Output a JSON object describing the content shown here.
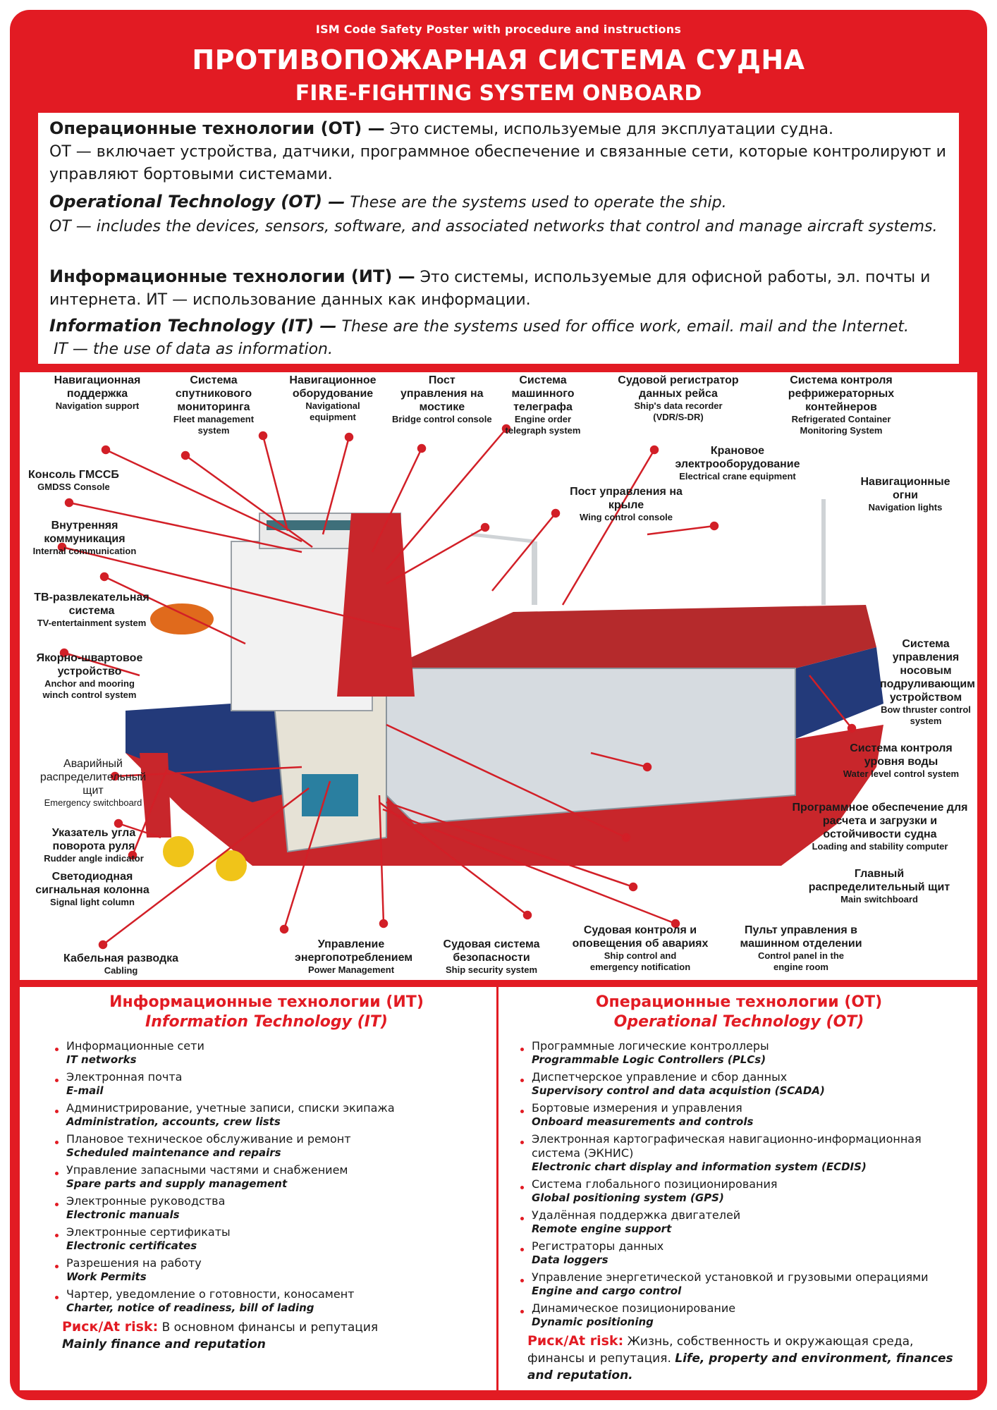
{
  "header": {
    "tag": "ISM Code Safety Poster with procedure and instructions",
    "title_ru": "ПРОТИВОПОЖАРНАЯ СИСТЕМА СУДНА",
    "title_en": "FIRE-FIGHTING SYSTEM ONBOARD"
  },
  "intro": {
    "ot_ru_head": "Операционные технологии (ОТ) —",
    "ot_ru_1": "Это системы, используемые для эксплуатации судна.",
    "ot_ru_2": "ОТ — включает устройства, датчики, программное обеспечение и связанные сети, которые контролируют и управляют бортовыми системами.",
    "ot_en_head": "Operational Technology (OT) —",
    "ot_en_1": "These are the systems used to operate the ship.",
    "ot_en_2": "OT — includes the devices, sensors, software, and associated networks that control and manage aircraft systems.",
    "it_ru_head": "Информационные технологии (ИТ) —",
    "it_ru_1": "Это системы, используемые для офисной работы, эл. почты и интернета. ИТ — использование данных как информации.",
    "it_en_head": "Information Technology (IT) —",
    "it_en_1": "These are the systems used for office work, email. mail and the Internet.",
    "it_en_2": "IT — the use of data as information."
  },
  "labels": {
    "nav_support": {
      "ru": "Навигационная поддержка",
      "en": "Navigation support"
    },
    "fleet": {
      "ru": "Система спутникового мониторинга",
      "en": "Fleet management system"
    },
    "nav_equip": {
      "ru": "Навигационное оборудование",
      "en": "Navigational equipment"
    },
    "bridge": {
      "ru": "Пост управления на мостике",
      "en": "Bridge control console"
    },
    "telegraph": {
      "ru": "Система машинного телеграфа",
      "en": "Engine order telegraph system"
    },
    "vdr": {
      "ru": "Судовой регистратор данных рейса",
      "en": "Ship's data recorder (VDR/S-DR)"
    },
    "reefer": {
      "ru": "Система контроля рефрижераторных контейнеров",
      "en": "Refrigerated Container Monitoring System"
    },
    "gmdss": {
      "ru": "Консоль ГМССБ",
      "en": "GMDSS Console"
    },
    "crane": {
      "ru": "Крановое электрооборудование",
      "en": "Electrical crane equipment"
    },
    "nav_lights": {
      "ru": "Навигационные огни",
      "en": "Navigation lights"
    },
    "wing": {
      "ru": "Пост управления на крыле",
      "en": "Wing control console"
    },
    "internal": {
      "ru": "Внутренняя коммуникация",
      "en": "Internal communication"
    },
    "tv": {
      "ru": "ТВ-развлекательная система",
      "en": "TV-entertainment system"
    },
    "anchor": {
      "ru": "Якорно-швартовое устройство",
      "en": "Anchor and mooring winch control system"
    },
    "bow": {
      "ru": "Система управления носовым подруливающим устройством",
      "en": "Bow thruster control system"
    },
    "water": {
      "ru": "Система контроля уровня воды",
      "en": "Water level control system"
    },
    "emergency_sw": {
      "ru": "Аварийный распределительный щит",
      "en": "Emergency switchboard"
    },
    "loading": {
      "ru": "Программное обеспечение для расчета и загрузки и остойчивости судна",
      "en": "Loading and stability computer"
    },
    "rudder": {
      "ru": "Указатель угла поворота руля",
      "en": "Rudder angle indicator"
    },
    "signal": {
      "ru": "Светодиодная сигнальная колонна",
      "en": "Signal light column"
    },
    "main_sw": {
      "ru": "Главный распределительный щит",
      "en": "Main switchboard"
    },
    "cabling": {
      "ru": "Кабельная разводка",
      "en": "Cabling"
    },
    "power": {
      "ru": "Управление энергопотреблением",
      "en": "Power Management"
    },
    "security": {
      "ru": "Судовая система безопасности",
      "en": "Ship security system"
    },
    "ship_control": {
      "ru": "Судовая контроля и оповещения об авариях",
      "en": "Ship control and emergency notification"
    },
    "engine_room": {
      "ru": "Пульт управления в машинном отделении",
      "en": "Control panel in the engine room"
    }
  },
  "it_section": {
    "title_ru": "Информационные технологии (ИТ)",
    "title_en": "Information Technology (IT)",
    "items": [
      {
        "ru": "Информационные сети",
        "en": "IT networks"
      },
      {
        "ru": "Электронная почта",
        "en": "E-mail"
      },
      {
        "ru": "Администрирование, учетные записи, списки экипажа",
        "en": "Administration, accounts, crew lists"
      },
      {
        "ru": "Плановое техническое обслуживание и ремонт",
        "en": "Scheduled maintenance and repairs"
      },
      {
        "ru": "Управление запасными частями и снабжением",
        "en": "Spare parts and supply management"
      },
      {
        "ru": "Электронные руководства",
        "en": "Electronic manuals"
      },
      {
        "ru": "Электронные сертификаты",
        "en": "Electronic certificates"
      },
      {
        "ru": "Разрешения на работу",
        "en": "Work Permits"
      },
      {
        "ru": "Чартер, уведомление о готовности, коносамент",
        "en": "Charter, notice of readiness, bill of lading"
      }
    ],
    "risk_label": "Риск/At risk:",
    "risk_ru": "В основном финансы и репутация",
    "risk_en": "Mainly finance and reputation"
  },
  "ot_section": {
    "title_ru": "Операционные технологии (ОТ)",
    "title_en": "Operational Technology (OT)",
    "items": [
      {
        "ru": "Программные логические контроллеры",
        "en": "Programmable Logic Controllers (PLCs)"
      },
      {
        "ru": "Диспетчерское управление и сбор данных",
        "en": "Supervisory control and data acquistion (SCADA)"
      },
      {
        "ru": "Бортовые измерения и управления",
        "en": "Onboard measurements and controls"
      },
      {
        "ru": "Электронная картографическая навигационно-информационная система (ЭКНИС)",
        "en": "Electronic chart display and information system (ECDIS)"
      },
      {
        "ru": "Система глобального позиционирования",
        "en": "Global positioning system (GPS)"
      },
      {
        "ru": "Удалённая поддержка двигателей",
        "en": "Remote engine support"
      },
      {
        "ru": "Регистраторы данных",
        "en": "Data loggers"
      },
      {
        "ru": "Управление энергетической установкой и грузовыми операциями",
        "en": "Engine and cargo control"
      },
      {
        "ru": "Динамическое позиционирование",
        "en": "Dynamic positioning"
      }
    ],
    "risk_label": "Риск/At risk:",
    "risk_ru": "Жизнь, собственность и окружающая среда, финансы и репутация.",
    "risk_en": "Life, property and environment, finances and reputation."
  },
  "colors": {
    "brand_red": "#e21b23",
    "hull_red": "#c8262b",
    "hull_blue": "#233a7a",
    "text": "#1a1a1a"
  }
}
